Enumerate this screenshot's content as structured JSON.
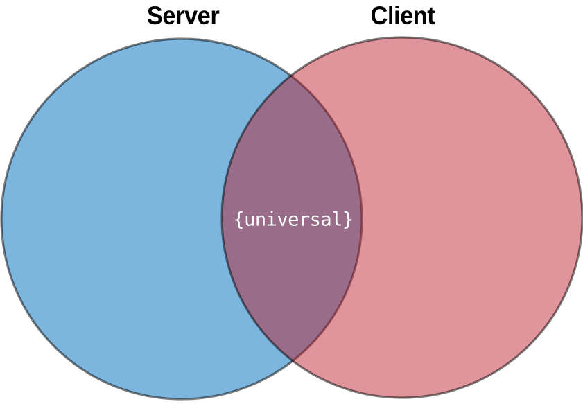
{
  "venn": {
    "type": "venn-diagram",
    "background": "#FFFFFF",
    "outline_color": "rgba(0,0,0,0.5)",
    "left_circle": {
      "label": "Server",
      "fill": "#7CB5DE",
      "appears_as": "#7CB5DE"
    },
    "right_circle": {
      "label": "Client",
      "fill": "rgba(188,21,36,0.46)",
      "appears_as": "#E0939C"
    },
    "overlap": {
      "label": "{universal}",
      "appears_as": "#A06F85",
      "label_color": "#FFFFFF"
    }
  }
}
